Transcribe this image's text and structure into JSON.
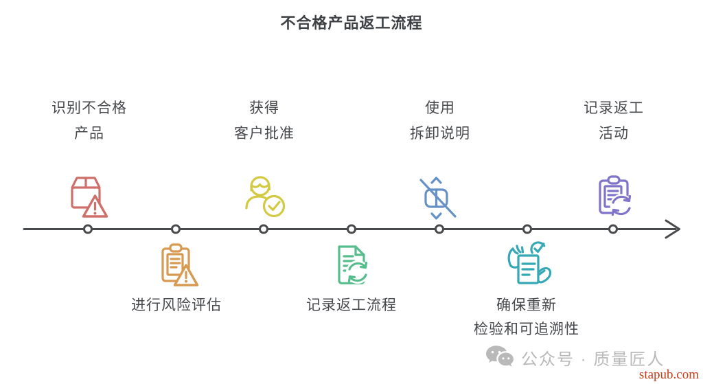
{
  "title": "不合格产品返工流程",
  "colors": {
    "axis": "#47494c",
    "text": "#47494d",
    "watermark": "#b9b9b9",
    "site_link": "#c53a17"
  },
  "timeline": {
    "steps": [
      {
        "side": "top",
        "icon": "package-warning-icon",
        "color": "#cf6f6a",
        "label_lines": [
          "识别不合格",
          "产品"
        ]
      },
      {
        "side": "bottom",
        "icon": "clipboard-warning-icon",
        "color": "#d79a52",
        "label_lines": [
          "进行风险评估"
        ]
      },
      {
        "side": "top",
        "icon": "person-check-icon",
        "color": "#d2ca42",
        "label_lines": [
          "获得",
          "客户批准"
        ]
      },
      {
        "side": "bottom",
        "icon": "document-refresh-icon",
        "color": "#57bd8d",
        "label_lines": [
          "记录返工流程"
        ]
      },
      {
        "side": "top",
        "icon": "no-disassembly-icon",
        "color": "#6591c6",
        "label_lines": [
          "使用",
          "拆卸说明"
        ]
      },
      {
        "side": "bottom",
        "icon": "hands-document-check-icon",
        "color": "#35a8b5",
        "label_lines": [
          "确保重新",
          "检验和可追溯性"
        ]
      },
      {
        "side": "top",
        "icon": "clipboard-refresh-icon",
        "color": "#7f74c9",
        "label_lines": [
          "记录返工",
          "活动"
        ]
      }
    ]
  },
  "footer": {
    "wechat_icon": "wechat-icon",
    "wechat_label": "公众号 · 质量匠人",
    "site": "stapub.com"
  }
}
